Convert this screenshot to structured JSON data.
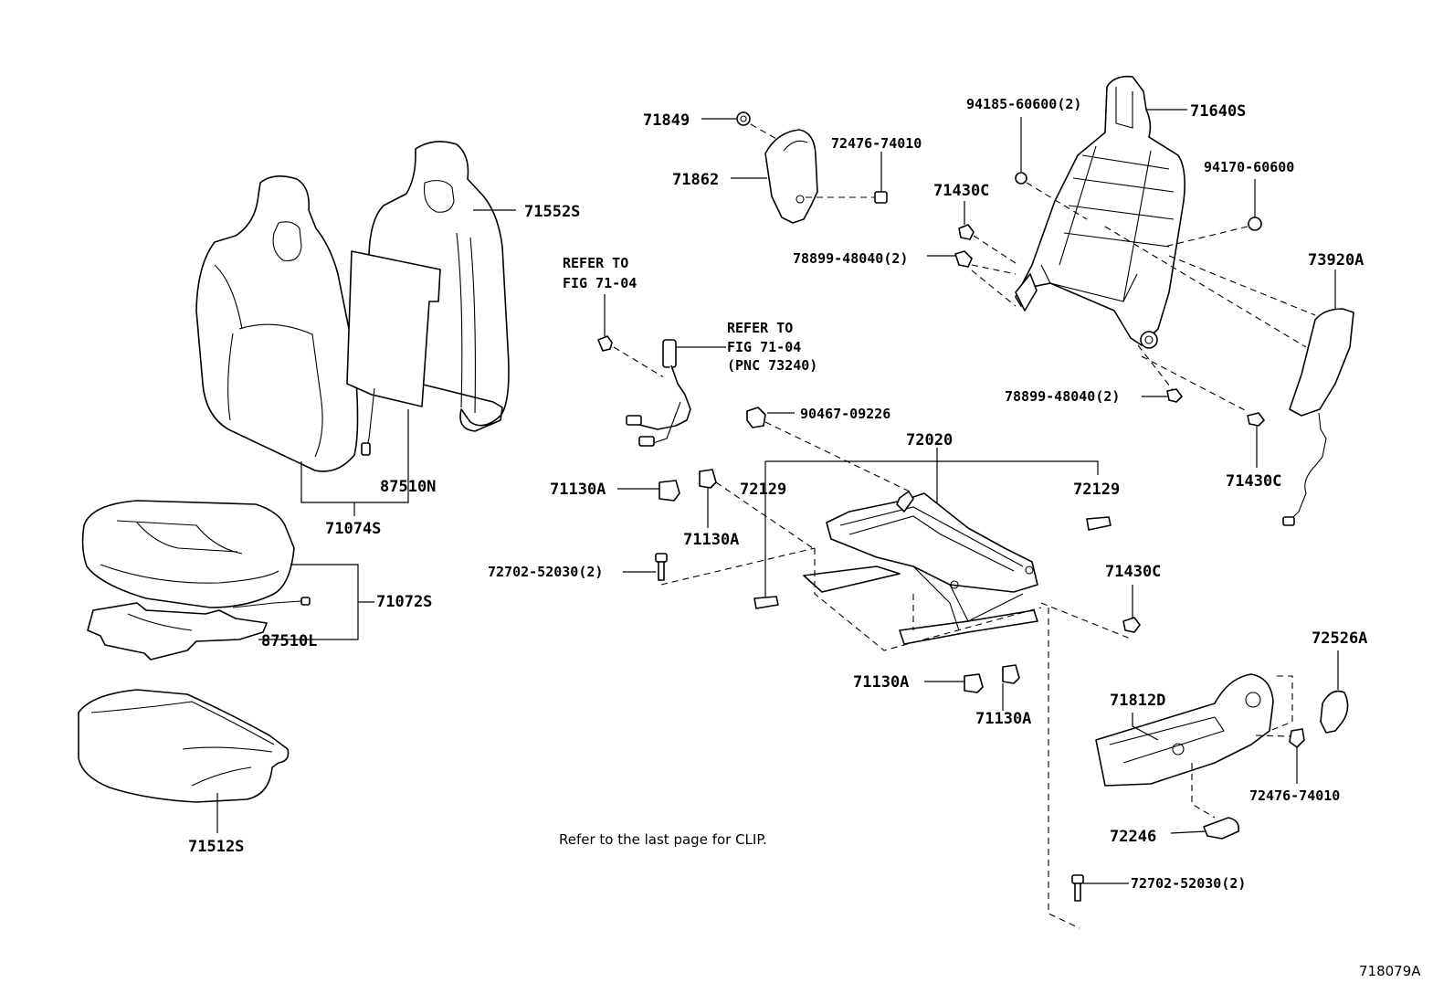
{
  "labels": {
    "p71849": "71849",
    "p71862": "71862",
    "p72476_74010_top": "72476-74010",
    "p71552S": "71552S",
    "p94185": "94185-60600(2)",
    "p71640S": "71640S",
    "p71430C_a": "71430C",
    "p94170": "94170-60600",
    "p78899_a": "78899-48040(2)",
    "p73920A": "73920A",
    "p87510N": "87510N",
    "p71074S": "71074S",
    "p78899_b": "78899-48040(2)",
    "p90467": "90467-09226",
    "p72020": "72020",
    "p71430C_b": "71430C",
    "p71130A_a": "71130A",
    "p72129_a": "72129",
    "p72129_b": "72129",
    "p71130A_b": "71130A",
    "p72702_a": "72702-52030(2)",
    "p71430C_c": "71430C",
    "p71072S": "71072S",
    "p87510L": "87510L",
    "p72526A": "72526A",
    "p71130A_c": "71130A",
    "p71812D": "71812D",
    "p71130A_d": "71130A",
    "p72476_74010_bot": "72476-74010",
    "p71512S": "71512S",
    "p72246": "72246",
    "p72702_b": "72702-52030(2)"
  },
  "refs": {
    "ref1_line1": "REFER TO",
    "ref1_line2": "FIG 71-04",
    "ref2_line1": "REFER TO",
    "ref2_line2": "FIG 71-04",
    "ref2_line3": "(PNC 73240)"
  },
  "note": "Refer to the last page for CLIP.",
  "figure_id": "718079A"
}
